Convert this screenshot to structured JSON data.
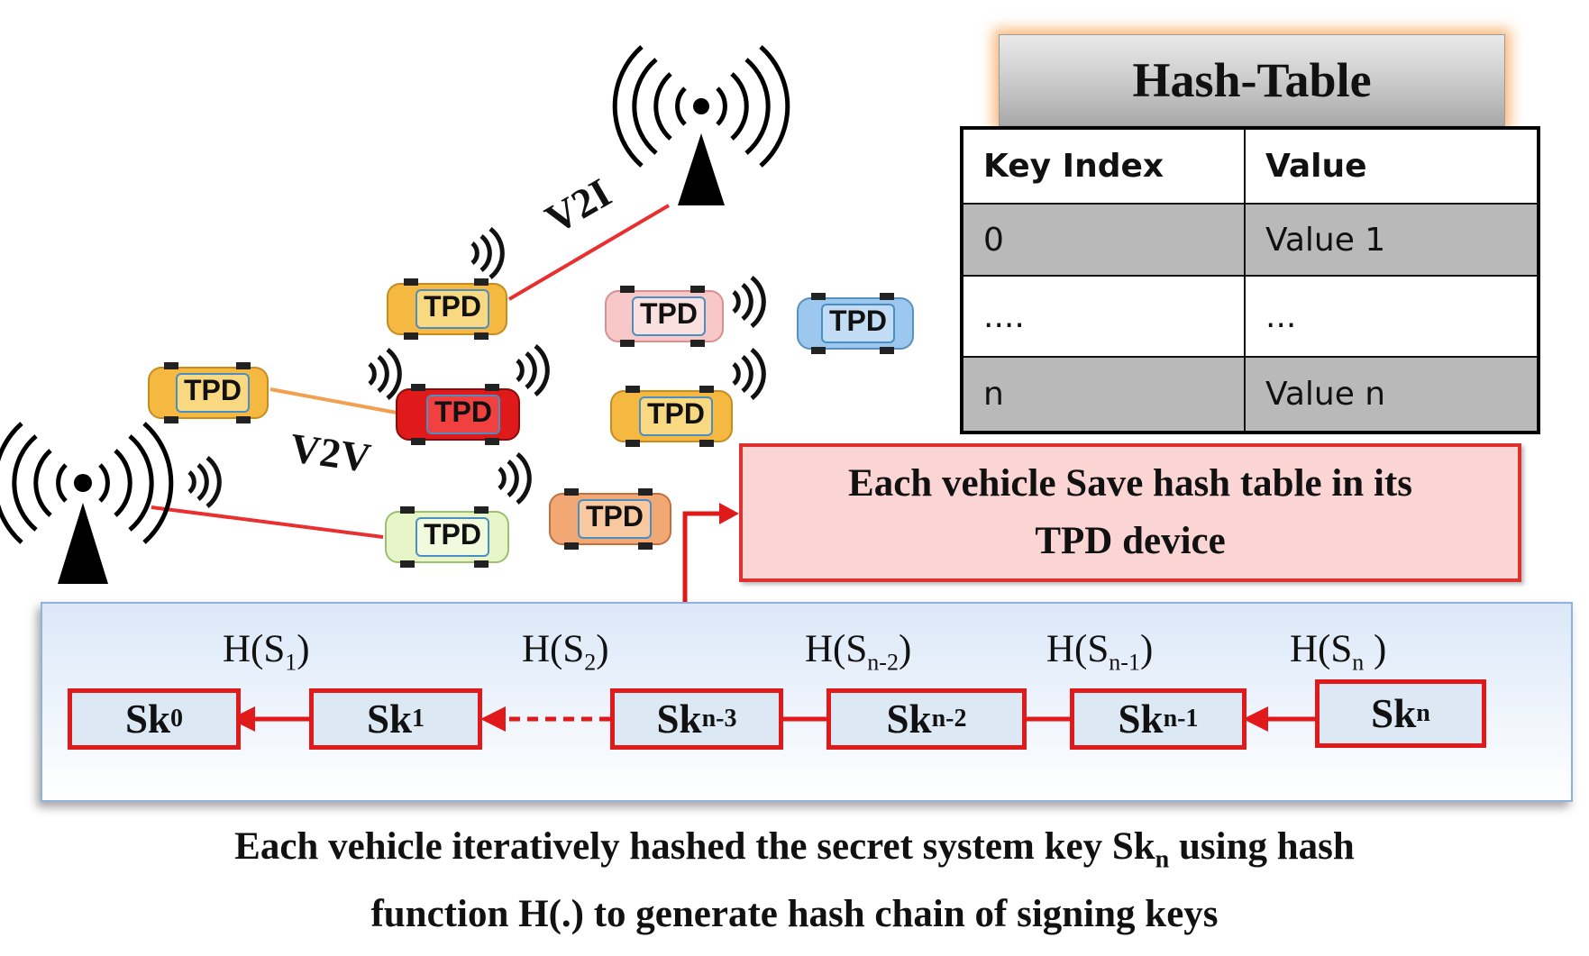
{
  "hash_table": {
    "title": "Hash-Table",
    "headers": [
      "Key Index",
      "Value"
    ],
    "rows": [
      [
        "0",
        "Value 1"
      ],
      [
        "....",
        "..."
      ],
      [
        "n",
        "Value n"
      ]
    ]
  },
  "network": {
    "v2i_label": "V2I",
    "v2v_label": "V2V",
    "vehicle_label": "TPD"
  },
  "save_note": {
    "line1": "Each vehicle Save hash table  in its",
    "line2": "TPD device"
  },
  "chain": {
    "hash_labels": [
      {
        "base": "H(S",
        "sub": "1",
        "tail": ")"
      },
      {
        "base": "H(S",
        "sub": "2",
        "tail": ")"
      },
      {
        "base": "H(S",
        "sub": "n-2",
        "tail": ")"
      },
      {
        "base": "H(S",
        "sub": "n-1",
        "tail": ")"
      },
      {
        "base": "H(S",
        "sub": "n",
        "tail": " )"
      }
    ],
    "keys": [
      {
        "base": "Sk",
        "sub": "0"
      },
      {
        "base": "Sk",
        "sub": "1"
      },
      {
        "base": "Sk",
        "sub": "n-3"
      },
      {
        "base": "Sk",
        "sub": "n-2"
      },
      {
        "base": "Sk",
        "sub": "n-1"
      },
      {
        "base": "Sk",
        "sub": "n"
      }
    ]
  },
  "caption": {
    "line1_before": "Each vehicle iteratively hashed the secret system key Sk",
    "line1_sub": "n",
    "line1_after": " using hash",
    "line2": "function H(.) to generate hash chain of signing keys"
  },
  "colors": {
    "arrow_red": "#e01a1a",
    "v2v_link": "#f0a050",
    "vehicle_red": "#e01a1a",
    "vehicle_orange": "#f5b942",
    "vehicle_pink": "#f8c8c8",
    "vehicle_blue": "#9cc7ef",
    "vehicle_green": "#e8f5c8",
    "vehicle_salmon": "#f2a875"
  }
}
